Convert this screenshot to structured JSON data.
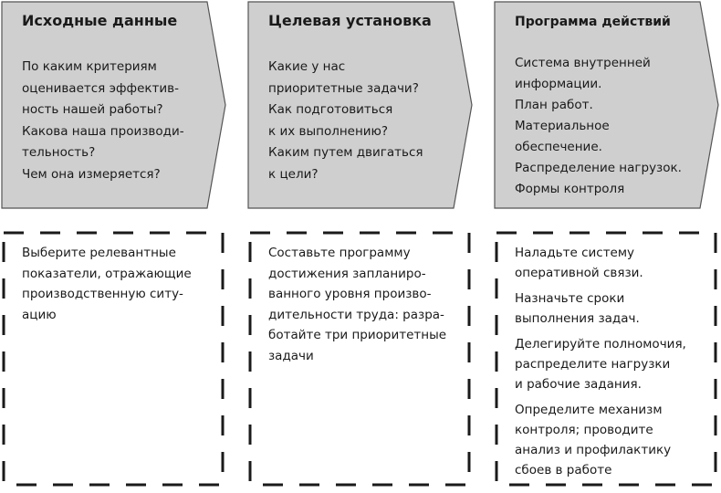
{
  "columns": [
    {
      "title": "Исходные данные",
      "questions": [
        "По каким критериям",
        "оценивается эффектив-",
        "ность нашей работы?",
        "Какова наша производи-",
        "тельность?",
        "Чем она измеряется?"
      ],
      "action_lines": [
        "Выберите релевантные",
        "показатели, отражающие",
        "производственную ситу-",
        "ацию"
      ]
    },
    {
      "title": "Целевая установка",
      "questions": [
        "Какие у нас",
        "приоритетные задачи?",
        "Как подготовиться",
        "к их выполнению?",
        "Каким путем двигаться",
        "к цели?"
      ],
      "action_lines": [
        "Составьте программу",
        "достижения запланиро-",
        "ванного уровня произво-",
        "дительности труда: разра-",
        "ботайте три приоритетные",
        "задачи"
      ]
    },
    {
      "title": "Программа действий",
      "questions": [
        "Система внутренней",
        "информации.",
        "План работ.",
        "Материальное",
        "обеспечение.",
        "Распределение нагрузок.",
        "Формы контроля"
      ],
      "action_paragraphs": [
        [
          "Наладьте систему",
          "оперативной связи."
        ],
        [
          "Назначьте сроки",
          "выполнения задач."
        ],
        [
          "Делегируйте полномочия,",
          "распределите нагрузки",
          "и рабочие задания."
        ],
        [
          "Определите механизм",
          "контроля; проводите",
          "анализ и профилактику",
          "сбоев в работе"
        ]
      ]
    }
  ],
  "colors": {
    "arrow_fill": "#cfcfcf",
    "arrow_stroke": "#555555",
    "dash_stroke": "#1a1a1a",
    "text": "#1a1a1a"
  }
}
